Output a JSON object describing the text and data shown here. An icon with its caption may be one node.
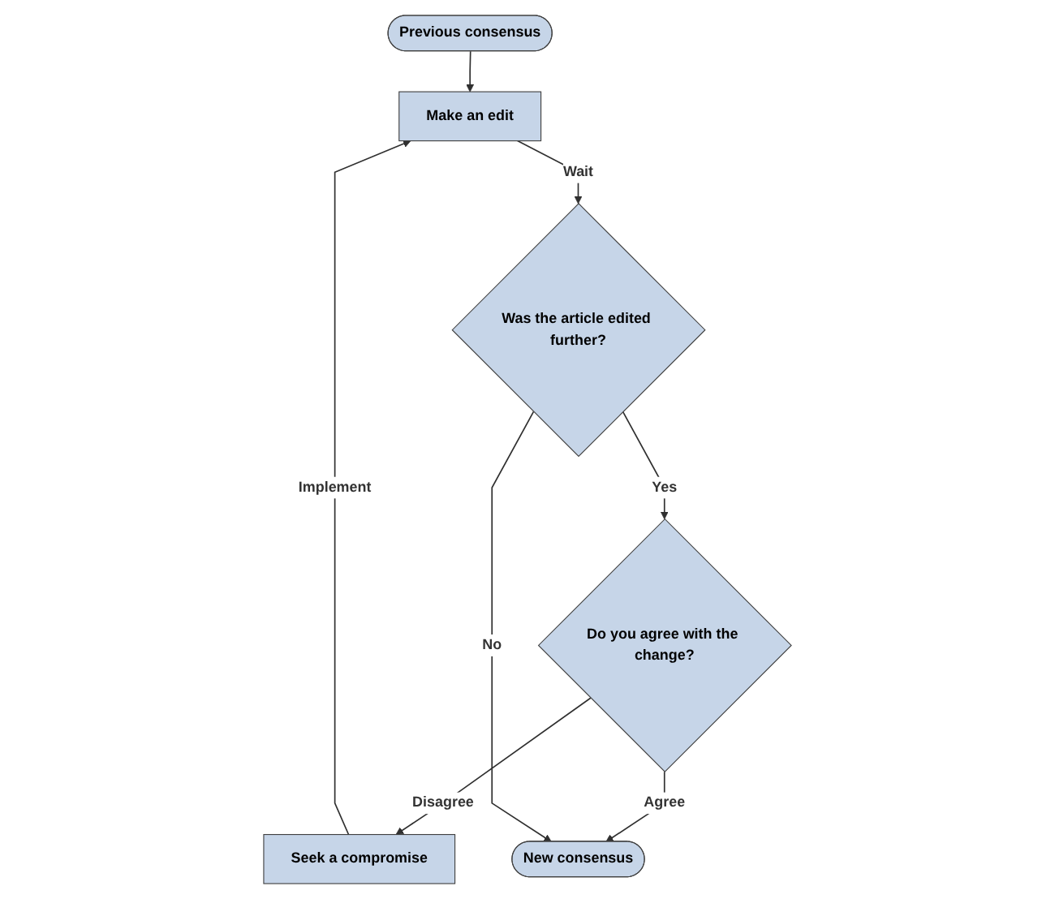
{
  "diagram": {
    "nodes": [
      {
        "text": [
          "Previous consensus"
        ]
      },
      {
        "text": [
          "Make an edit"
        ]
      },
      {
        "text": [
          "Seek a compromise"
        ]
      },
      {
        "text": [
          "Was the article edited further?"
        ]
      },
      {
        "text": [
          "Do you agree with the change?"
        ]
      },
      {
        "text": [
          "New consensus"
        ]
      }
    ],
    "edges": [
      {
        "from": 0,
        "to": 1,
        "arrow": "to"
      },
      {
        "from": 2,
        "to": 1,
        "arrow": "to",
        "label": "Implement"
      },
      {
        "from": 1,
        "to": 3,
        "arrow": "to",
        "label": "Wait"
      },
      {
        "from": 3,
        "to": 4,
        "arrow": "to",
        "label": "Yes"
      },
      {
        "from": 4,
        "to": 2,
        "arrow": "to",
        "label": "Disagree"
      },
      {
        "from": 4,
        "to": 5,
        "arrow": "to",
        "label": "Agree"
      },
      {
        "from": 3,
        "to": 5,
        "arrow": "to",
        "label": "No"
      }
    ]
  }
}
